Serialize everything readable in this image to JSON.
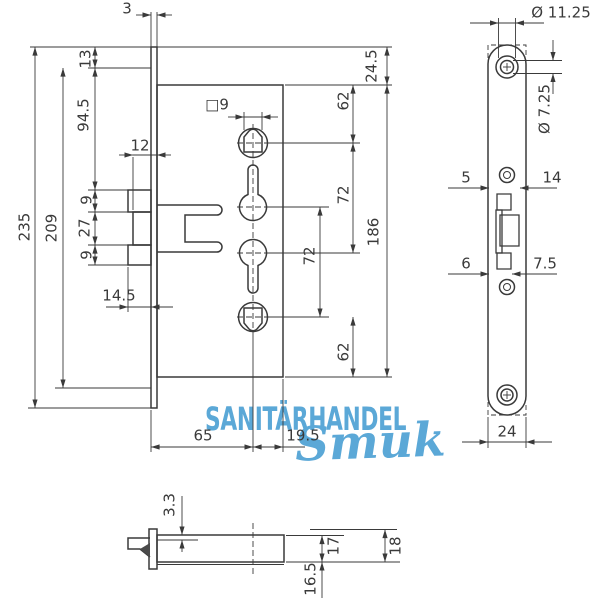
{
  "watermark": {
    "line1": "SANITÄRHANDEL",
    "line2": "Smuk",
    "color": "#5ba8d7"
  },
  "front_view": {
    "plate_thickness": "3",
    "screw_top_offset": "13",
    "total_height": "235",
    "screw_distance": "209",
    "latch_top": "94.5",
    "latch_lip_top": "9",
    "latch_mid": "27",
    "latch_lip_bottom": "9",
    "latch_proj_mid": "12",
    "latch_proj": "14.5",
    "follower_square": "□9",
    "backset": "65",
    "rear_depth": "19.5",
    "top_margin": "24.5",
    "to_follower": "62",
    "follower_to_cylinder": "72",
    "cylinder_to_follower": "72",
    "bottom_margin": "62",
    "case_height": "186"
  },
  "face_plate_view": {
    "screw_head": "Ø 11.25",
    "screw_hole": "Ø 7.25",
    "latch_top_left": "5",
    "latch_top_right": "14",
    "latch_bottom_left": "6",
    "latch_bottom_right": "7.5",
    "plate_width": "24"
  },
  "side_view": {
    "latch_offset": "3.3",
    "case_height": "17",
    "total_height": "18",
    "bottom_ref": "16.5"
  }
}
